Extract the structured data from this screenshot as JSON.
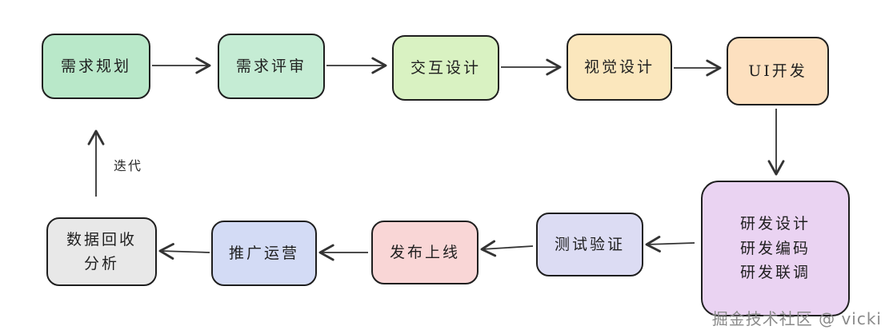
{
  "nodes": {
    "req_planning": "需求规划",
    "req_review": "需求评审",
    "interaction_design": "交互设计",
    "visual_design": "视觉设计",
    "ui_dev": "UI开发",
    "dev_stage": [
      "研发设计",
      "研发编码",
      "研发联调"
    ],
    "test_verify": "测试验证",
    "release": "发布上线",
    "promotion": "推广运营",
    "data_analysis": [
      "数据回收",
      "分析"
    ]
  },
  "labels": {
    "iterate": "迭代"
  },
  "watermark": "掘金技术社区 @ vicki",
  "colors": {
    "req_planning": "#b9e8c9",
    "req_review": "#c5ecd4",
    "interaction_design": "#d9f2c2",
    "visual_design": "#fbe7bd",
    "ui_dev": "#fde0bf",
    "dev_stage": "#ead3f2",
    "test_verify": "#dcdcf3",
    "release": "#f9d6d6",
    "promotion": "#d3dbf5",
    "data_analysis": "#e8e8e8"
  }
}
